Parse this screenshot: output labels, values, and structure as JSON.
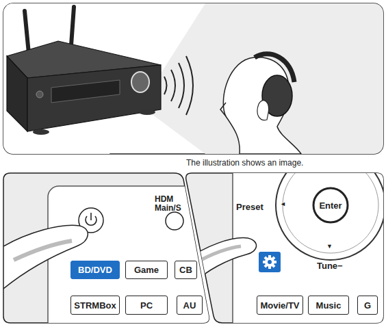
{
  "diagram": {
    "nodes": [
      {
        "text": [
          "BD/DVD"
        ]
      },
      {
        "text": [
          "Game"
        ]
      },
      {
        "text": [
          "CB"
        ]
      },
      {
        "text": [
          "STRMBox"
        ]
      },
      {
        "text": [
          "PC"
        ]
      },
      {
        "text": [
          "AU"
        ]
      },
      {
        "text": [
          "Enter"
        ]
      },
      {
        "text": [
          "Movie/TV"
        ]
      },
      {
        "text": [
          "Music"
        ]
      },
      {
        "text": [
          "G"
        ]
      }
    ],
    "labels": [
      "The illustration shows an image.",
      "HDM Main/S",
      "Preset",
      "◄",
      "▼",
      "Tune−"
    ]
  }
}
